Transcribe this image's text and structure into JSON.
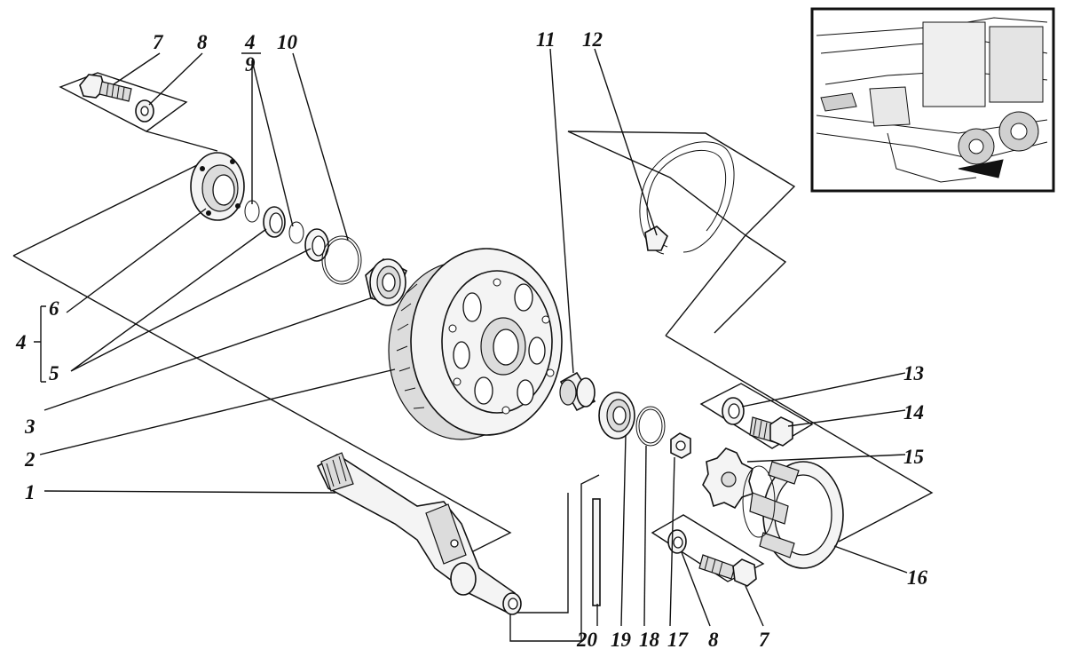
{
  "labels": {
    "l1": "1",
    "l2": "2",
    "l3": "3",
    "l4_bracket": "4",
    "l4_top": "4",
    "l9_top": "9",
    "l5": "5",
    "l6": "6",
    "l7_top": "7",
    "l8_top": "8",
    "l10": "10",
    "l11": "11",
    "l12": "12",
    "l13": "13",
    "l14": "14",
    "l15": "15",
    "l16": "16",
    "l20": "20",
    "l19": "19",
    "l18": "18",
    "l17": "17",
    "l8_bottom": "8",
    "l7_bottom": "7"
  }
}
